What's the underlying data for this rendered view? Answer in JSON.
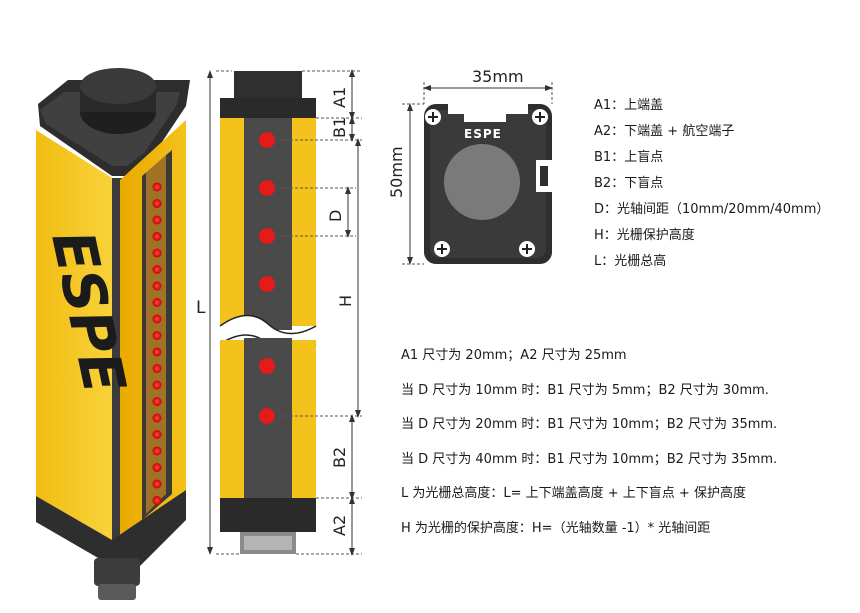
{
  "brand": {
    "logo": "ESPE",
    "accent_yellow": "#f3c21b",
    "body_dark": "#3d3d3d",
    "led_red": "#e41b1b"
  },
  "dimensions": {
    "L": "L",
    "A1": "A1",
    "B1": "B1",
    "D": "D",
    "H": "H",
    "B2": "B2",
    "A2": "A2",
    "width": "35mm",
    "height": "50mm"
  },
  "legend": [
    "A1：上端盖",
    "A2：下端盖 + 航空端子",
    "B1：上盲点",
    "B2：下盲点",
    "D：光轴间距（10mm/20mm/40mm）",
    "H：光栅保护高度",
    "L：光栅总高"
  ],
  "notes": [
    "A1 尺寸为 20mm；A2 尺寸为 25mm",
    "当 D 尺寸为 10mm 时：B1 尺寸为 5mm；B2 尺寸为 30mm.",
    "当 D 尺寸为 20mm 时：B1 尺寸为 10mm；B2 尺寸为 35mm.",
    "当 D 尺寸为 40mm 时：B1 尺寸为 10mm；B2 尺寸为 35mm.",
    "L 为光栅总高度：L= 上下端盖高度 + 上下盲点 + 保护高度",
    "H 为光栅的保护高度：H=（光轴数量 -1）* 光轴间距"
  ]
}
